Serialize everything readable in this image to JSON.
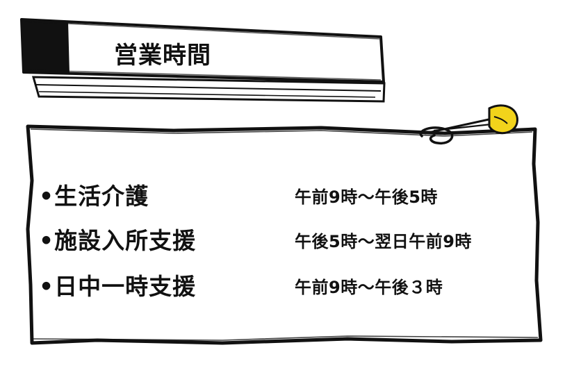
{
  "header": {
    "title": "営業時間"
  },
  "schedule": [
    {
      "service": "•生活介護",
      "hours": "午前9時～午後5時"
    },
    {
      "service": "•施設入所支援",
      "hours": "午後5時～翌日午前9時"
    },
    {
      "service": "•日中一時支援",
      "hours": "午前9時～午後３時"
    }
  ],
  "colors": {
    "ink": "#111111",
    "background": "#ffffff",
    "pin_head": "#f2d31b"
  },
  "icons": {
    "pin": "safety-pin-icon"
  }
}
